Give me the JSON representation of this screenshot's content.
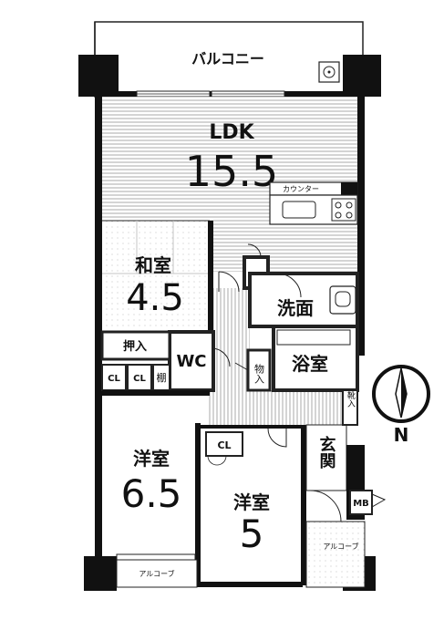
{
  "floor_plan": {
    "rooms": {
      "balcony": {
        "label": "バルコニー"
      },
      "ldk": {
        "label": "LDK",
        "size": "15.5"
      },
      "counter": {
        "label": "カウンター"
      },
      "washitsu": {
        "label": "和室",
        "size": "4.5"
      },
      "oshiire": {
        "label": "押入"
      },
      "wc": {
        "label": "WC"
      },
      "senmen": {
        "label": "洗面"
      },
      "yokushitsu": {
        "label": "浴室"
      },
      "monoire": {
        "label": "物入"
      },
      "tana": {
        "label": "棚"
      },
      "cl_left": {
        "label": "CL"
      },
      "cl_mid": {
        "label": "CL"
      },
      "cl_room": {
        "label": "CL"
      },
      "kutsuire": {
        "label": "靴入"
      },
      "genkan": {
        "label": "玄関"
      },
      "mb": {
        "label": "MB"
      },
      "yoshitsu_a": {
        "label": "洋室",
        "size": "6.5"
      },
      "yoshitsu_b": {
        "label": "洋室",
        "size": "5"
      },
      "alcove_left": {
        "label": "アルコーブ"
      },
      "alcove_right": {
        "label": "アルコーブ"
      }
    },
    "compass": {
      "label": "N"
    },
    "colors": {
      "wall": "#111111",
      "floor_hatch": "#9a9a9a",
      "fill_grey": "#d4d4d4"
    }
  }
}
